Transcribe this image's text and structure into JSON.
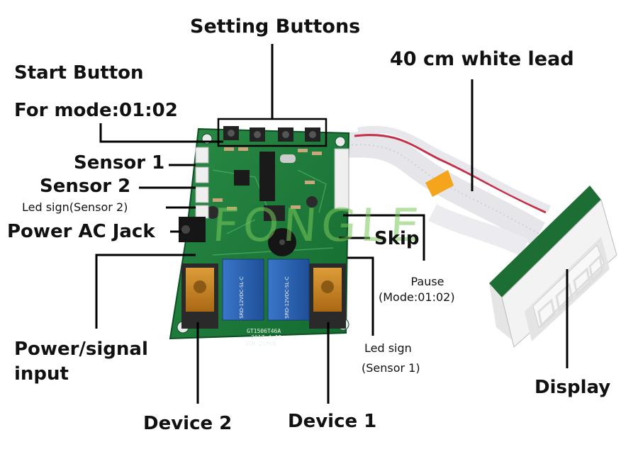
{
  "labels": {
    "setting_buttons": "Setting Buttons",
    "white_lead": "40 cm white lead",
    "start_button": "Start Button",
    "for_mode": "For mode:01:02",
    "sensor1": "Sensor 1",
    "sensor2": "Sensor 2",
    "led_sign_sensor2": "Led sign(Sensor 2)",
    "power_ac_jack": "Power AC Jack",
    "skip": "Skip",
    "pause": "Pause",
    "pause_mode": "(Mode:01:02)",
    "power_signal_1": "Power/signal",
    "power_signal_2": "input",
    "led_sign_sensor1_1": "Led sign",
    "led_sign_sensor1_2": "(Sensor 1)",
    "display": "Display",
    "device2": "Device 2",
    "device1": "Device 1"
  },
  "board": {
    "pcb_text_1": "GT1506T46A",
    "pcb_text_2": "2017.4.13",
    "pcb_text_3": "VER-21PCB",
    "relay_text": "SRD-12VDC-SL-C"
  },
  "watermark": "FONGLE",
  "colors": {
    "pcb_green": "#1f7a3a",
    "pcb_dark": "#0f5a27",
    "relay_blue": "#2a5fb0",
    "terminal_orange": "#d98a1c",
    "cable_white": "#e8e8ec",
    "cable_red_stripe": "#c4304a",
    "display_red": "#cc1f1f"
  }
}
